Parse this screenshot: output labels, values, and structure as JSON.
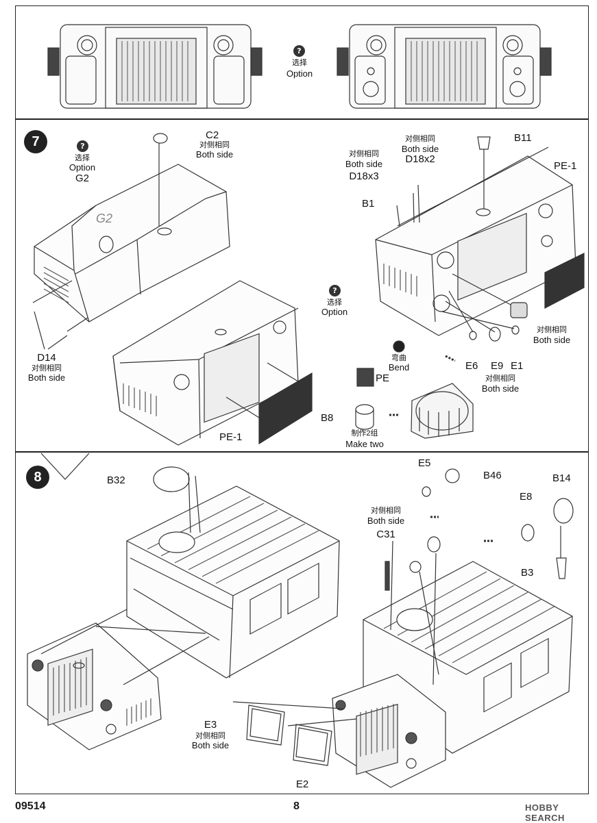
{
  "top_panel": {
    "option_icon": "question-icon",
    "option_cn": "选择",
    "option_en": "Option"
  },
  "step7": {
    "number": "7",
    "labels": {
      "c2": "C2",
      "c2_cn": "对侧相同",
      "c2_en": "Both side",
      "opt_cn": "选择",
      "opt_en": "Option",
      "g2": "G2",
      "g2_mold": "G2",
      "d14": "D14",
      "d14_cn": "对侧相同",
      "d14_en": "Both side",
      "pe1_left": "PE-1",
      "opt2_cn": "选择",
      "opt2_en": "Option",
      "b11": "B11",
      "d18x2_cn": "对侧相同",
      "d18x2_en": "Both side",
      "d18x2": "D18x2",
      "d18x3_cn": "对侧相同",
      "d18x3_en": "Both side",
      "d18x3": "D18x3",
      "pe1_right": "PE-1",
      "b1": "B1",
      "right_cn": "对侧相同",
      "right_en": "Both side",
      "e6": "E6",
      "e9": "E9",
      "e1": "E1",
      "e_cn": "对侧相同",
      "e_en": "Both side",
      "bend_cn": "弯曲",
      "bend_en": "Bend",
      "pe": "PE",
      "b8": "B8",
      "make_cn": "制作2组",
      "make_en": "Make two"
    }
  },
  "step8": {
    "number": "8",
    "labels": {
      "b32": "B32",
      "e5": "E5",
      "b46": "B46",
      "b14": "B14",
      "e8": "E8",
      "b3": "B3",
      "c31_cn": "对侧相同",
      "c31_en": "Both side",
      "c31": "C31",
      "e3": "E3",
      "e3_cn": "对侧相同",
      "e3_en": "Both side",
      "e2": "E2"
    }
  },
  "footer": {
    "code": "09514",
    "page": "8",
    "watermark": "HOBBY SEARCH"
  }
}
